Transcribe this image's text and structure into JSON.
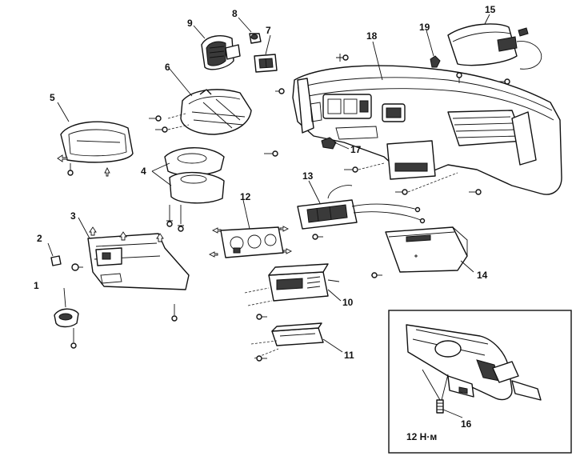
{
  "callouts": [
    {
      "id": "c1",
      "label": "1"
    },
    {
      "id": "c2",
      "label": "2"
    },
    {
      "id": "c3",
      "label": "3"
    },
    {
      "id": "c4",
      "label": "4"
    },
    {
      "id": "c5",
      "label": "5"
    },
    {
      "id": "c6",
      "label": "6"
    },
    {
      "id": "c7",
      "label": "7"
    },
    {
      "id": "c8",
      "label": "8"
    },
    {
      "id": "c9",
      "label": "9"
    },
    {
      "id": "c10",
      "label": "10"
    },
    {
      "id": "c11",
      "label": "11"
    },
    {
      "id": "c12",
      "label": "12"
    },
    {
      "id": "c13",
      "label": "13"
    },
    {
      "id": "c14",
      "label": "14"
    },
    {
      "id": "c15",
      "label": "15"
    },
    {
      "id": "c16",
      "label": "16"
    },
    {
      "id": "c17",
      "label": "17"
    },
    {
      "id": "c18",
      "label": "18"
    },
    {
      "id": "c19",
      "label": "19"
    }
  ],
  "inset": {
    "torque_label": "12 Н·м"
  }
}
